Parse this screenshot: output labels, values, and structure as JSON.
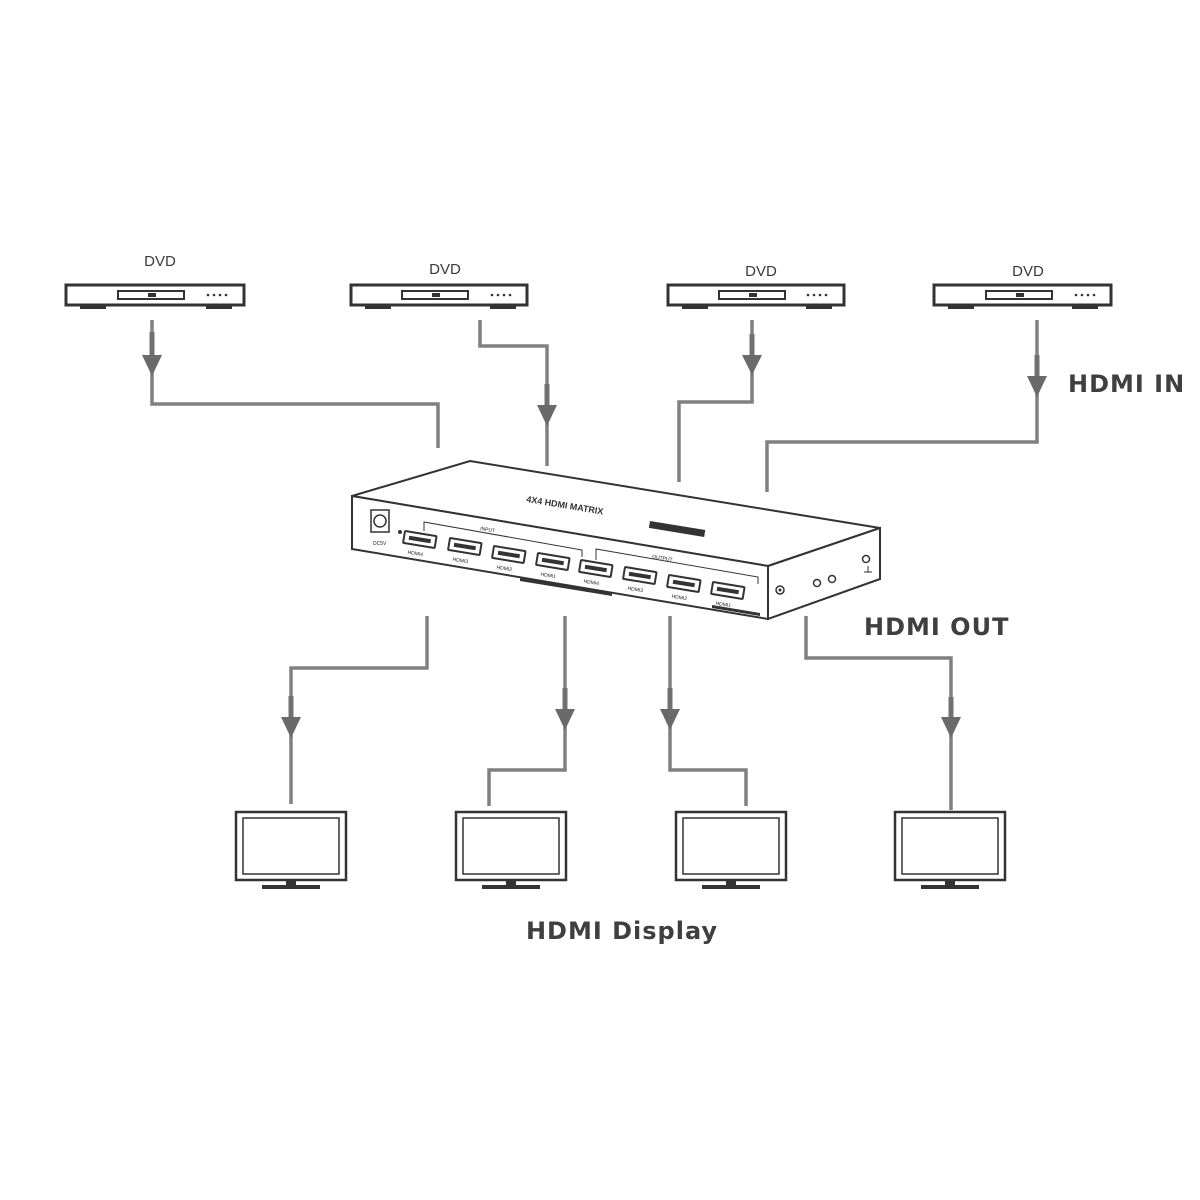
{
  "sources": [
    {
      "label": "DVD"
    },
    {
      "label": "DVD"
    },
    {
      "label": "DVD"
    },
    {
      "label": "DVD"
    }
  ],
  "labels": {
    "hdmi_in": "HDMI IN",
    "hdmi_out": "HDMI OUT",
    "hdmi_display": "HDMI Display"
  },
  "device": {
    "top_text": "4X4 HDMI MATRIX",
    "power_label": "DC5V",
    "input_group": "INPUT",
    "output_group": "OUTPUT",
    "input_ports": [
      "HDMI4",
      "HDMI3",
      "HDMI2",
      "HDMI1"
    ],
    "output_ports": [
      "HDMI4",
      "HDMI3",
      "HDMI2",
      "HDMI1"
    ]
  },
  "displays": [
    {
      "id": "display-1"
    },
    {
      "id": "display-2"
    },
    {
      "id": "display-3"
    },
    {
      "id": "display-4"
    }
  ],
  "colors": {
    "cable": "#808080",
    "line": "#333333",
    "text": "#3f3f3f"
  }
}
